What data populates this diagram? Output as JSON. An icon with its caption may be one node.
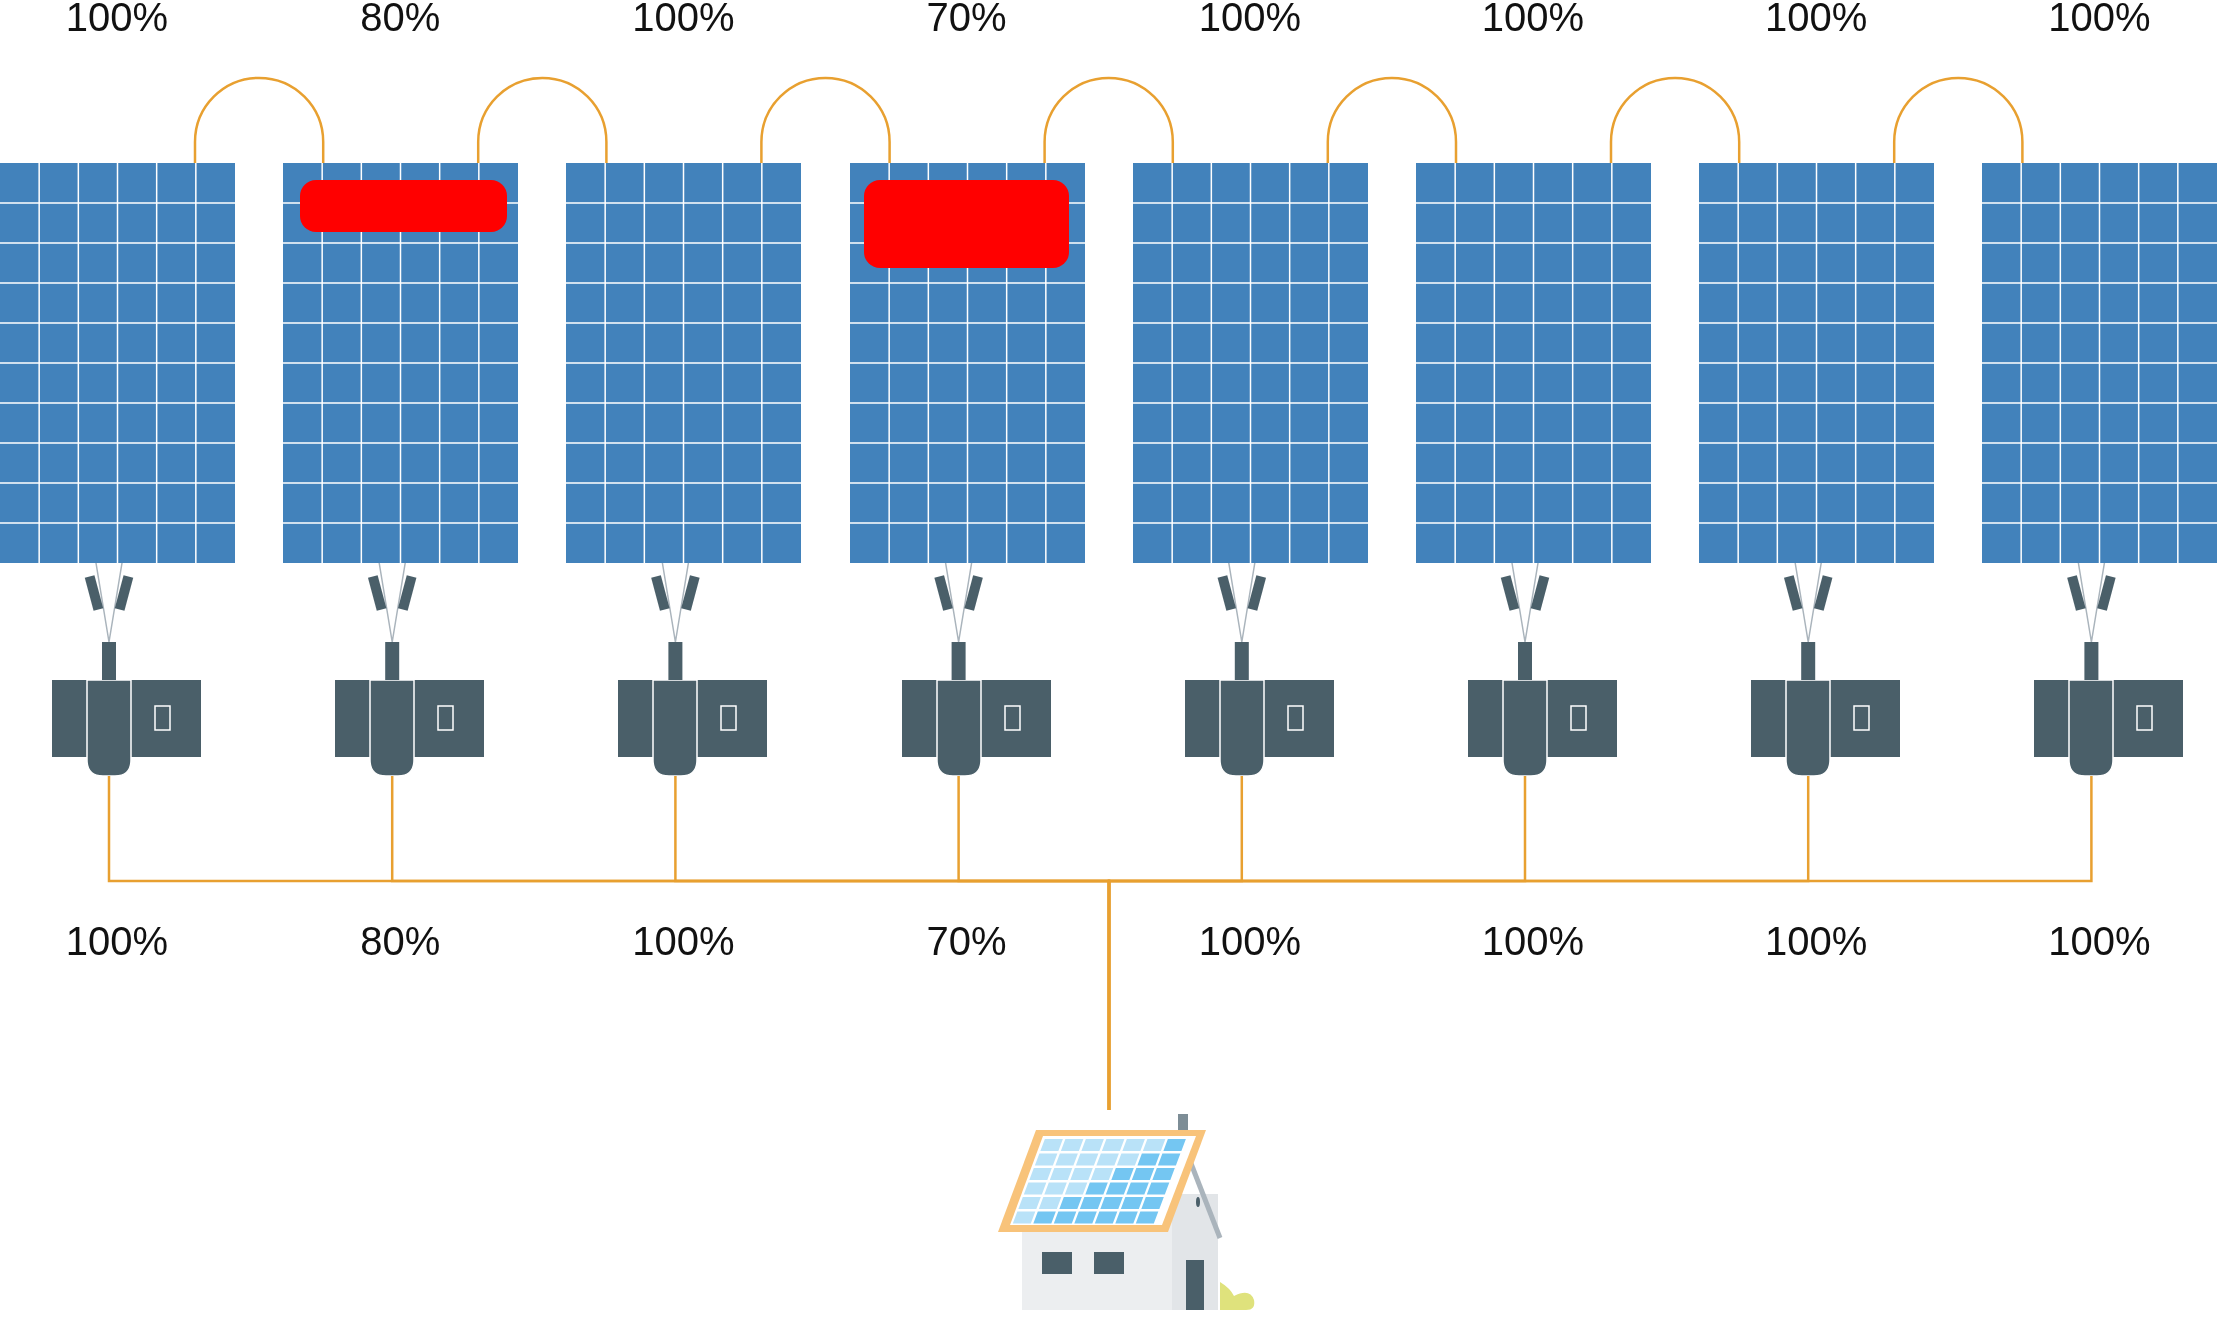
{
  "diagram": {
    "nodes": [
      {
        "text": [],
        "shape": "box",
        "beside": [
          "100%"
        ]
      },
      {
        "text": [],
        "shape": "box",
        "beside": [
          "80%"
        ]
      },
      {
        "text": [],
        "shape": "box",
        "beside": [
          "100%"
        ]
      },
      {
        "text": [],
        "shape": "box",
        "beside": [
          "70%"
        ]
      },
      {
        "text": [],
        "shape": "box",
        "beside": [
          "100%"
        ]
      },
      {
        "text": [],
        "shape": "box",
        "beside": [
          "100%"
        ]
      },
      {
        "text": [],
        "shape": "box",
        "beside": [
          "100%"
        ]
      },
      {
        "text": [],
        "shape": "box",
        "beside": [
          "100%"
        ]
      },
      {
        "text": [],
        "shape": "picture",
        "beside": [
          "100%"
        ]
      },
      {
        "text": [],
        "shape": "picture",
        "beside": [
          "80%"
        ]
      },
      {
        "text": [],
        "shape": "picture",
        "beside": [
          "100%"
        ]
      },
      {
        "text": [],
        "shape": "picture",
        "beside": [
          "70%"
        ]
      },
      {
        "text": [],
        "shape": "picture",
        "beside": [
          "100%"
        ]
      },
      {
        "text": [],
        "shape": "picture",
        "beside": [
          "100%"
        ]
      },
      {
        "text": [],
        "shape": "picture",
        "beside": [
          "100%"
        ]
      },
      {
        "text": [],
        "shape": "picture",
        "beside": [
          "100%"
        ]
      },
      {
        "text": [],
        "shape": "picture"
      }
    ],
    "edges": [
      {
        "from": 0,
        "to": 1,
        "arrow": "none"
      },
      {
        "from": 1,
        "to": 2,
        "arrow": "none"
      },
      {
        "from": 2,
        "to": 3,
        "arrow": "none"
      },
      {
        "from": 3,
        "to": 4,
        "arrow": "none"
      },
      {
        "from": 4,
        "to": 5,
        "arrow": "none"
      },
      {
        "from": 5,
        "to": 6,
        "arrow": "none"
      },
      {
        "from": 6,
        "to": 7,
        "arrow": "none"
      },
      {
        "from": 0,
        "to": 8,
        "arrow": "none",
        "color": "#aab4bc"
      },
      {
        "from": 1,
        "to": 9,
        "arrow": "none",
        "color": "#aab4bc"
      },
      {
        "from": 2,
        "to": 10,
        "arrow": "none",
        "color": "#aab4bc"
      },
      {
        "from": 3,
        "to": 11,
        "arrow": "none",
        "color": "#aab4bc"
      },
      {
        "from": 4,
        "to": 12,
        "arrow": "none",
        "color": "#aab4bc"
      },
      {
        "from": 5,
        "to": 13,
        "arrow": "none",
        "color": "#aab4bc"
      },
      {
        "from": 6,
        "to": 14,
        "arrow": "none",
        "color": "#aab4bc"
      },
      {
        "from": 7,
        "to": 15,
        "arrow": "none",
        "color": "#aab4bc"
      },
      {
        "from": 8,
        "to": 16,
        "arrow": "none"
      },
      {
        "from": 9,
        "to": 16,
        "arrow": "none"
      },
      {
        "from": 10,
        "to": 16,
        "arrow": "none"
      },
      {
        "from": 11,
        "to": 16,
        "arrow": "none"
      },
      {
        "from": 12,
        "to": 16,
        "arrow": "none"
      },
      {
        "from": 13,
        "to": 16,
        "arrow": "none"
      },
      {
        "from": 14,
        "to": 16,
        "arrow": "none"
      },
      {
        "from": 15,
        "to": 16,
        "arrow": "none"
      }
    ]
  }
}
